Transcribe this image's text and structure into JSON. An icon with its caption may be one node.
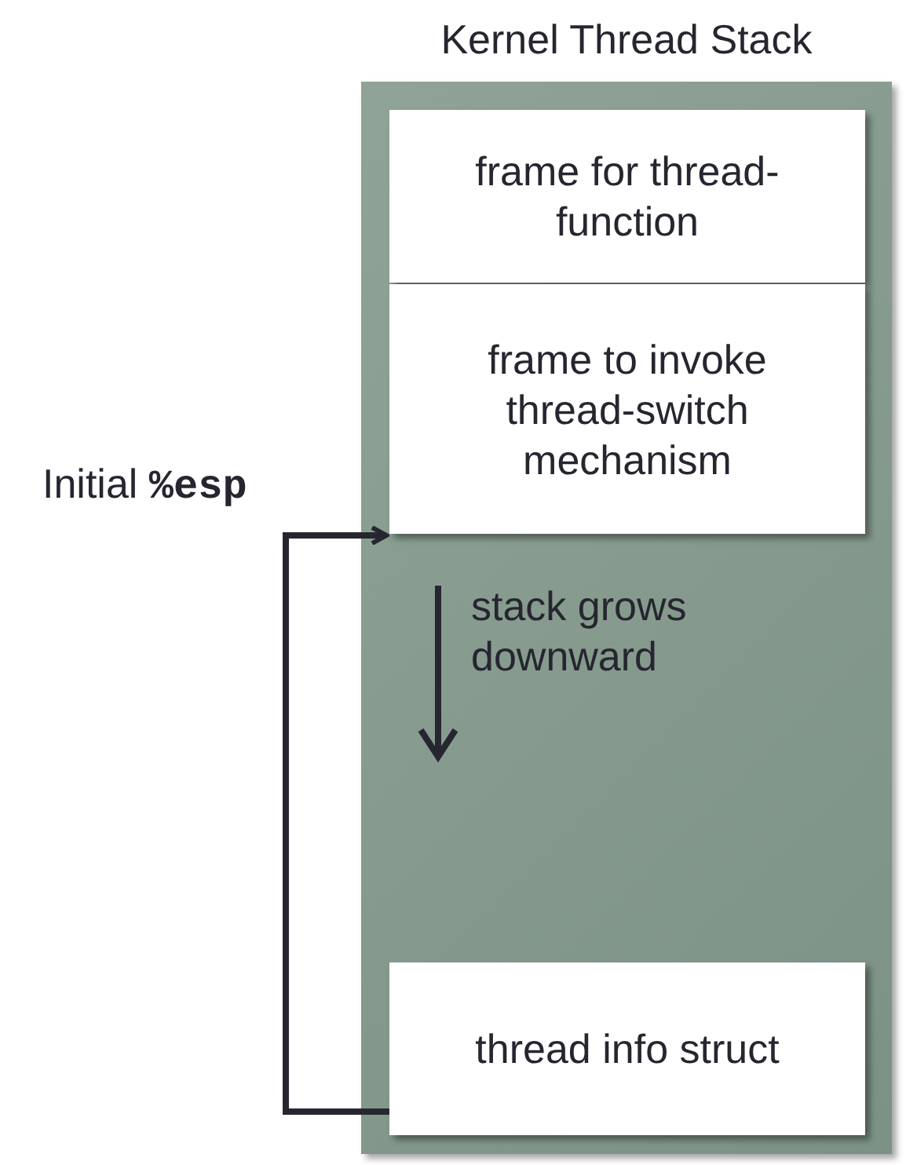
{
  "diagram": {
    "nodes": [
      {
        "text": [
          "Kernel Thread Stack"
        ]
      },
      {
        "text": [
          "frame for thread-function"
        ],
        "in": 0
      },
      {
        "text": [
          "frame to invoke thread-switch mechanism"
        ],
        "in": 0
      },
      {
        "text": [
          "thread info struct"
        ],
        "in": 0
      }
    ],
    "edges": [
      {
        "from": 3,
        "to": 2,
        "arrow": "to"
      }
    ],
    "labels": [
      "Initial **%esp**",
      "stack grows downward"
    ]
  }
}
